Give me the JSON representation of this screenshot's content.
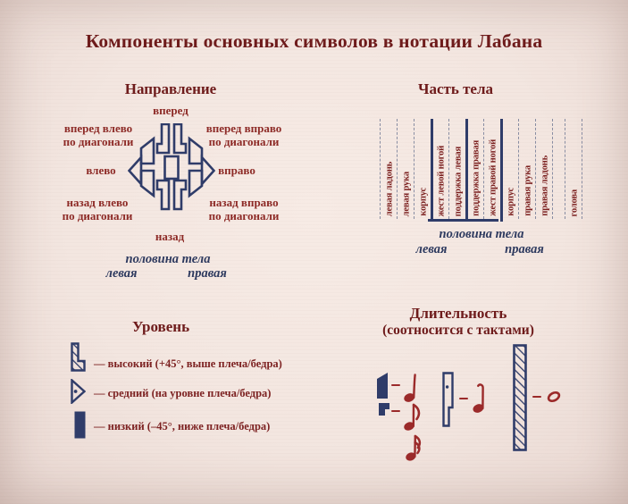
{
  "title": "Компоненты основных символов в нотации Лабана",
  "colors": {
    "maroon": "#6e1b1b",
    "label_red": "#8d2a26",
    "navy": "#2f3c69",
    "note_red": "#9b2a2a",
    "paper": "#f3e6e0"
  },
  "direction": {
    "title": "Направление",
    "forward": "вперед",
    "forward_left": "вперед влево\nпо диагонали",
    "forward_right": "вперед вправо\nпо диагонали",
    "left": "влево",
    "right": "вправо",
    "back_left": "назад влево\nпо диагонали",
    "back_right": "назад вправо\nпо диагонали",
    "back": "назад",
    "half_body": "половина тела",
    "half_left": "левая",
    "half_right": "правая"
  },
  "body_part": {
    "title": "Часть тела",
    "columns": [
      "левая ладонь",
      "левая рука",
      "корпус",
      "жест левой ногой",
      "поддержка левая",
      "поддержка правая",
      "жест правой ногой",
      "корпус",
      "правая рука",
      "правая ладонь",
      "",
      "голова"
    ],
    "solid_boundaries": [
      3,
      5,
      7
    ],
    "half_body": "половина тела",
    "half_left": "левая",
    "half_right": "правая"
  },
  "level": {
    "title": "Уровень",
    "items": [
      {
        "icon": "high-level-hatched-symbol",
        "label": "— высокий (+45°, выше плеча/бедра)"
      },
      {
        "icon": "middle-level-dot-symbol",
        "label": "— средний (на уровне плеча/бедра)"
      },
      {
        "icon": "low-level-solid-symbol",
        "label": "— низкий (–45°, ниже плеча/бедра)"
      }
    ]
  },
  "duration": {
    "title": "Длительность",
    "subtitle": "(соотносится с тактами)",
    "pairs": [
      {
        "symbol": "short-solid-symbol",
        "note": "quarter-note"
      },
      {
        "symbol": "tiny-notched-symbol",
        "note": "eighth-note"
      },
      {
        "symbol": "",
        "note": "sixteenth-note"
      },
      {
        "symbol": "medium-outlined-symbol-with-dot",
        "note": "quarter-note-hooked"
      },
      {
        "symbol": "long-hatched-symbol",
        "note": "whole-note"
      }
    ]
  }
}
